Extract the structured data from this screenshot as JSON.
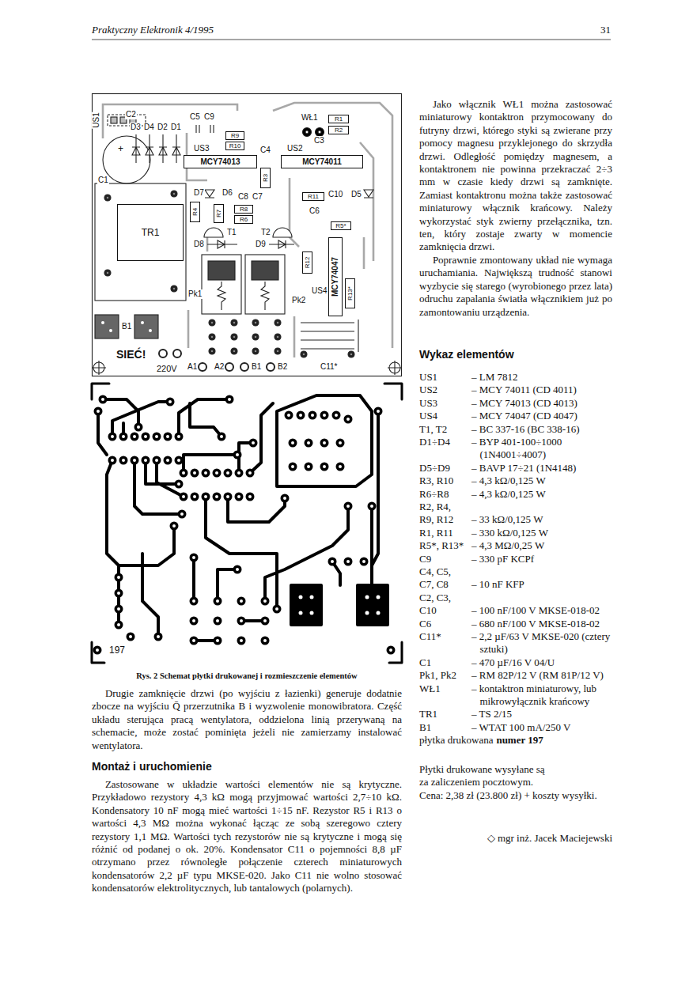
{
  "diagram": {
    "title": "Praktyczny Elektronik 4/1995",
    "caption": "Rys. 2 Schemat płytki drukowanej i rozmieszczenie elementów",
    "nodes": [
      {
        "text": [
          "R1"
        ]
      },
      {
        "text": [
          "R2"
        ]
      },
      {
        "text": [
          "R9"
        ]
      },
      {
        "text": [
          "R10"
        ]
      },
      {
        "text": [
          "MCY74013"
        ]
      },
      {
        "text": [
          "MCY74011"
        ]
      },
      {
        "text": [
          "R3"
        ]
      },
      {
        "text": [
          "TR1"
        ]
      },
      {
        "text": [
          "R4"
        ]
      },
      {
        "text": [
          "R7"
        ]
      },
      {
        "text": [
          "R8"
        ]
      },
      {
        "text": [
          "R11"
        ]
      },
      {
        "text": [
          "R6"
        ]
      },
      {
        "text": [
          "R5*"
        ]
      },
      {
        "text": [
          "R12"
        ]
      },
      {
        "text": [
          "MCY74047"
        ]
      },
      {
        "text": [
          "R13*"
        ]
      }
    ],
    "labels": [
      "31",
      "US1",
      "C2",
      "C5",
      "C9",
      "WŁ1",
      "D3",
      "D4",
      "D2",
      "D1",
      "+",
      "C1",
      "US3",
      "C4",
      "US2",
      "C3",
      "D7",
      "D6",
      "C8",
      "C7",
      "C10",
      "D5",
      "C6",
      "T1",
      "T2",
      "D8",
      "D9",
      "Pk1",
      "US4",
      "Pk2",
      "B1",
      "SIEĆ!",
      "220V",
      "A1",
      "A2",
      "B1",
      "B2",
      "C11*",
      "197",
      "Drugie zamknięcie drzwi (po wyjściu z łazienki) generuje dodatnie zbocze na wyjściu Q̄ przerzutnika B i wyzwolenie monowibratora. Część układu sterująca pracą wentylatora, oddzielona linią przerywaną na schemacie, może zostać pominięta jeżeli nie zamierzamy instalować wentylatora.",
      "Montaż i uruchomienie",
      "Zastosowane w układzie wartości elementów nie są krytyczne. Przykładowo rezystory 4,3 kΩ mogą przyjmować wartości 2,7÷10 kΩ. Kondensatory 10 nF mogą mieć wartości 1÷15 nF. Rezystor R5 i R13 o wartości 4,3 MΩ można wykonać łącząc ze sobą szeregowo cztery rezystory 1,1 MΩ. Wartości tych rezystorów nie są krytyczne i mogą się różnić od podanej o ok. 20%. Kondensator C11 o pojemności 8,8 µF otrzymano przez równoległe połączenie czterech miniaturowych kondensatorów 2,2 µF typu MKSE-020. Jako C11 nie wolno stosować kondensatorów elektrolitycznych, lub tantalowych (polarnych).",
      "Jako włącznik WŁ1 można zastosować miniaturowy kontaktron przymocowany do futryny drzwi, którego styki są zwierane przy pomocy magnesu przyklejonego do skrzydła drzwi. Odległość pomiędzy magnesem, a kontaktronem nie powinna przekraczać 2÷3 mm w czasie kiedy drzwi są zamknięte. Zamiast kontaktronu można także zastosować miniaturowy włącznik krańcowy. Należy wykorzystać styk zwierny przełącznika, tzn. ten, który zostaje zwarty w momencie zamknięcia drzwi.",
      "Poprawnie zmontowany układ nie wymaga uruchamiania. Największą trudność stanowi wyzbycie się starego (wyrobionego przez lata) odruchu zapalania światła włącznikiem już po zamontowaniu urządzenia.",
      "Wykaz elementów",
      "US1",
      "– LM 7812",
      "US2",
      "– MCY 74011 (CD 4011)",
      "US3",
      "– MCY 74013 (CD 4013)",
      "US4",
      "– MCY 74047 (CD 4047)",
      "T1, T2",
      "– BC 337-16 (BC 338-16)",
      "D1÷D4",
      "– BYP 401-100÷1000 (1N4001÷4007)",
      "D5÷D9",
      "– BAVP 17÷21 (1N4148)",
      "R3, R10",
      "– 4,3 kΩ/0,125 W",
      "R6÷R8",
      "– 4,3 kΩ/0,125 W",
      "R2, R4,",
      "R9, R12",
      "– 33 kΩ/0,125 W",
      "R1, R11",
      "– 330 kΩ/0,125 W",
      "R5*, R13*",
      "– 4,3 MΩ/0,25 W",
      "C9",
      "– 330 pF KCPf",
      "C4, C5,",
      "C7, C8",
      "– 10 nF KFP",
      "C2, C3,",
      "C10",
      "– 100 nF/100 V MKSE-018-02",
      "C6",
      "– 680 nF/100 V MKSE-018-02",
      "C11*",
      "– 2,2 µF/63 V MKSE-020 (cztery sztuki)",
      "C1",
      "– 470 µF/16 V 04/U",
      "Pk1, Pk2",
      "– RM 82P/12 V (RM 81P/12 V)",
      "WŁ1",
      "– kontaktron miniaturowy, lub mikrowyłącznik krańcowy",
      "TR1",
      "– TS 2/15",
      "B1",
      "– WTAT 100 mA/250 V",
      "płytka drukowana",
      "numer 197",
      "Płytki drukowane wysyłane są za zaliczeniem pocztowym.",
      "Cena: 2,38 zł (23.800 zł) + koszty wysyłki.",
      "◇ mgr inż. Jacek Maciejewski"
    ]
  }
}
